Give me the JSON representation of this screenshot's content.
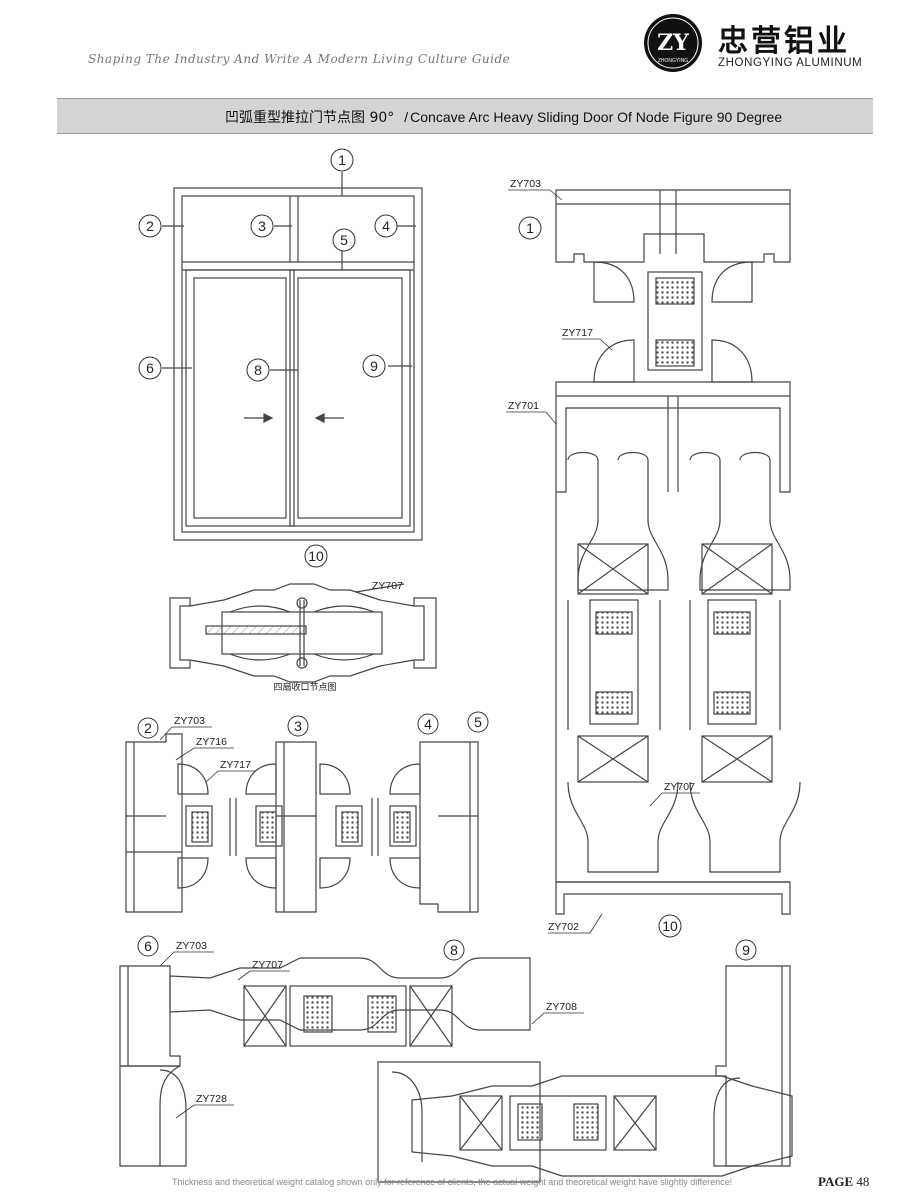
{
  "header": {
    "tagline": "Shaping The Industry And Write A Modern Living Culture Guide",
    "logo_text": "ZY",
    "logo_sub": "ZHONGYING",
    "brand_cn": "忠营铝业",
    "brand_en": "ZHONGYING ALUMINUM"
  },
  "banner": {
    "title_cn": "凹弧重型推拉门节点图 90°",
    "title_en": "Concave Arc Heavy Sliding Door Of Node Figure 90 Degree"
  },
  "elevation": {
    "markers": [
      "1",
      "2",
      "3",
      "4",
      "5",
      "6",
      "8",
      "9",
      "10"
    ]
  },
  "details": {
    "four_sash_caption": "四扇收口节点图",
    "profiles": {
      "zy701": "ZY701",
      "zy702": "ZY702",
      "zy703": "ZY703",
      "zy707": "ZY707",
      "zy708": "ZY708",
      "zy716": "ZY716",
      "zy717": "ZY717",
      "zy728": "ZY728"
    },
    "section_markers": {
      "m1": "1",
      "m2": "2",
      "m3": "3",
      "m4": "4",
      "m5": "5",
      "m6": "6",
      "m8": "8",
      "m9": "9",
      "m10": "10"
    }
  },
  "footer": {
    "note": "Thickness and theoretical weight catalog shown only for reference of clients, the actual weight and theoretical weight have slightly difference!",
    "page_label": "PAGE",
    "page_number": "48"
  }
}
